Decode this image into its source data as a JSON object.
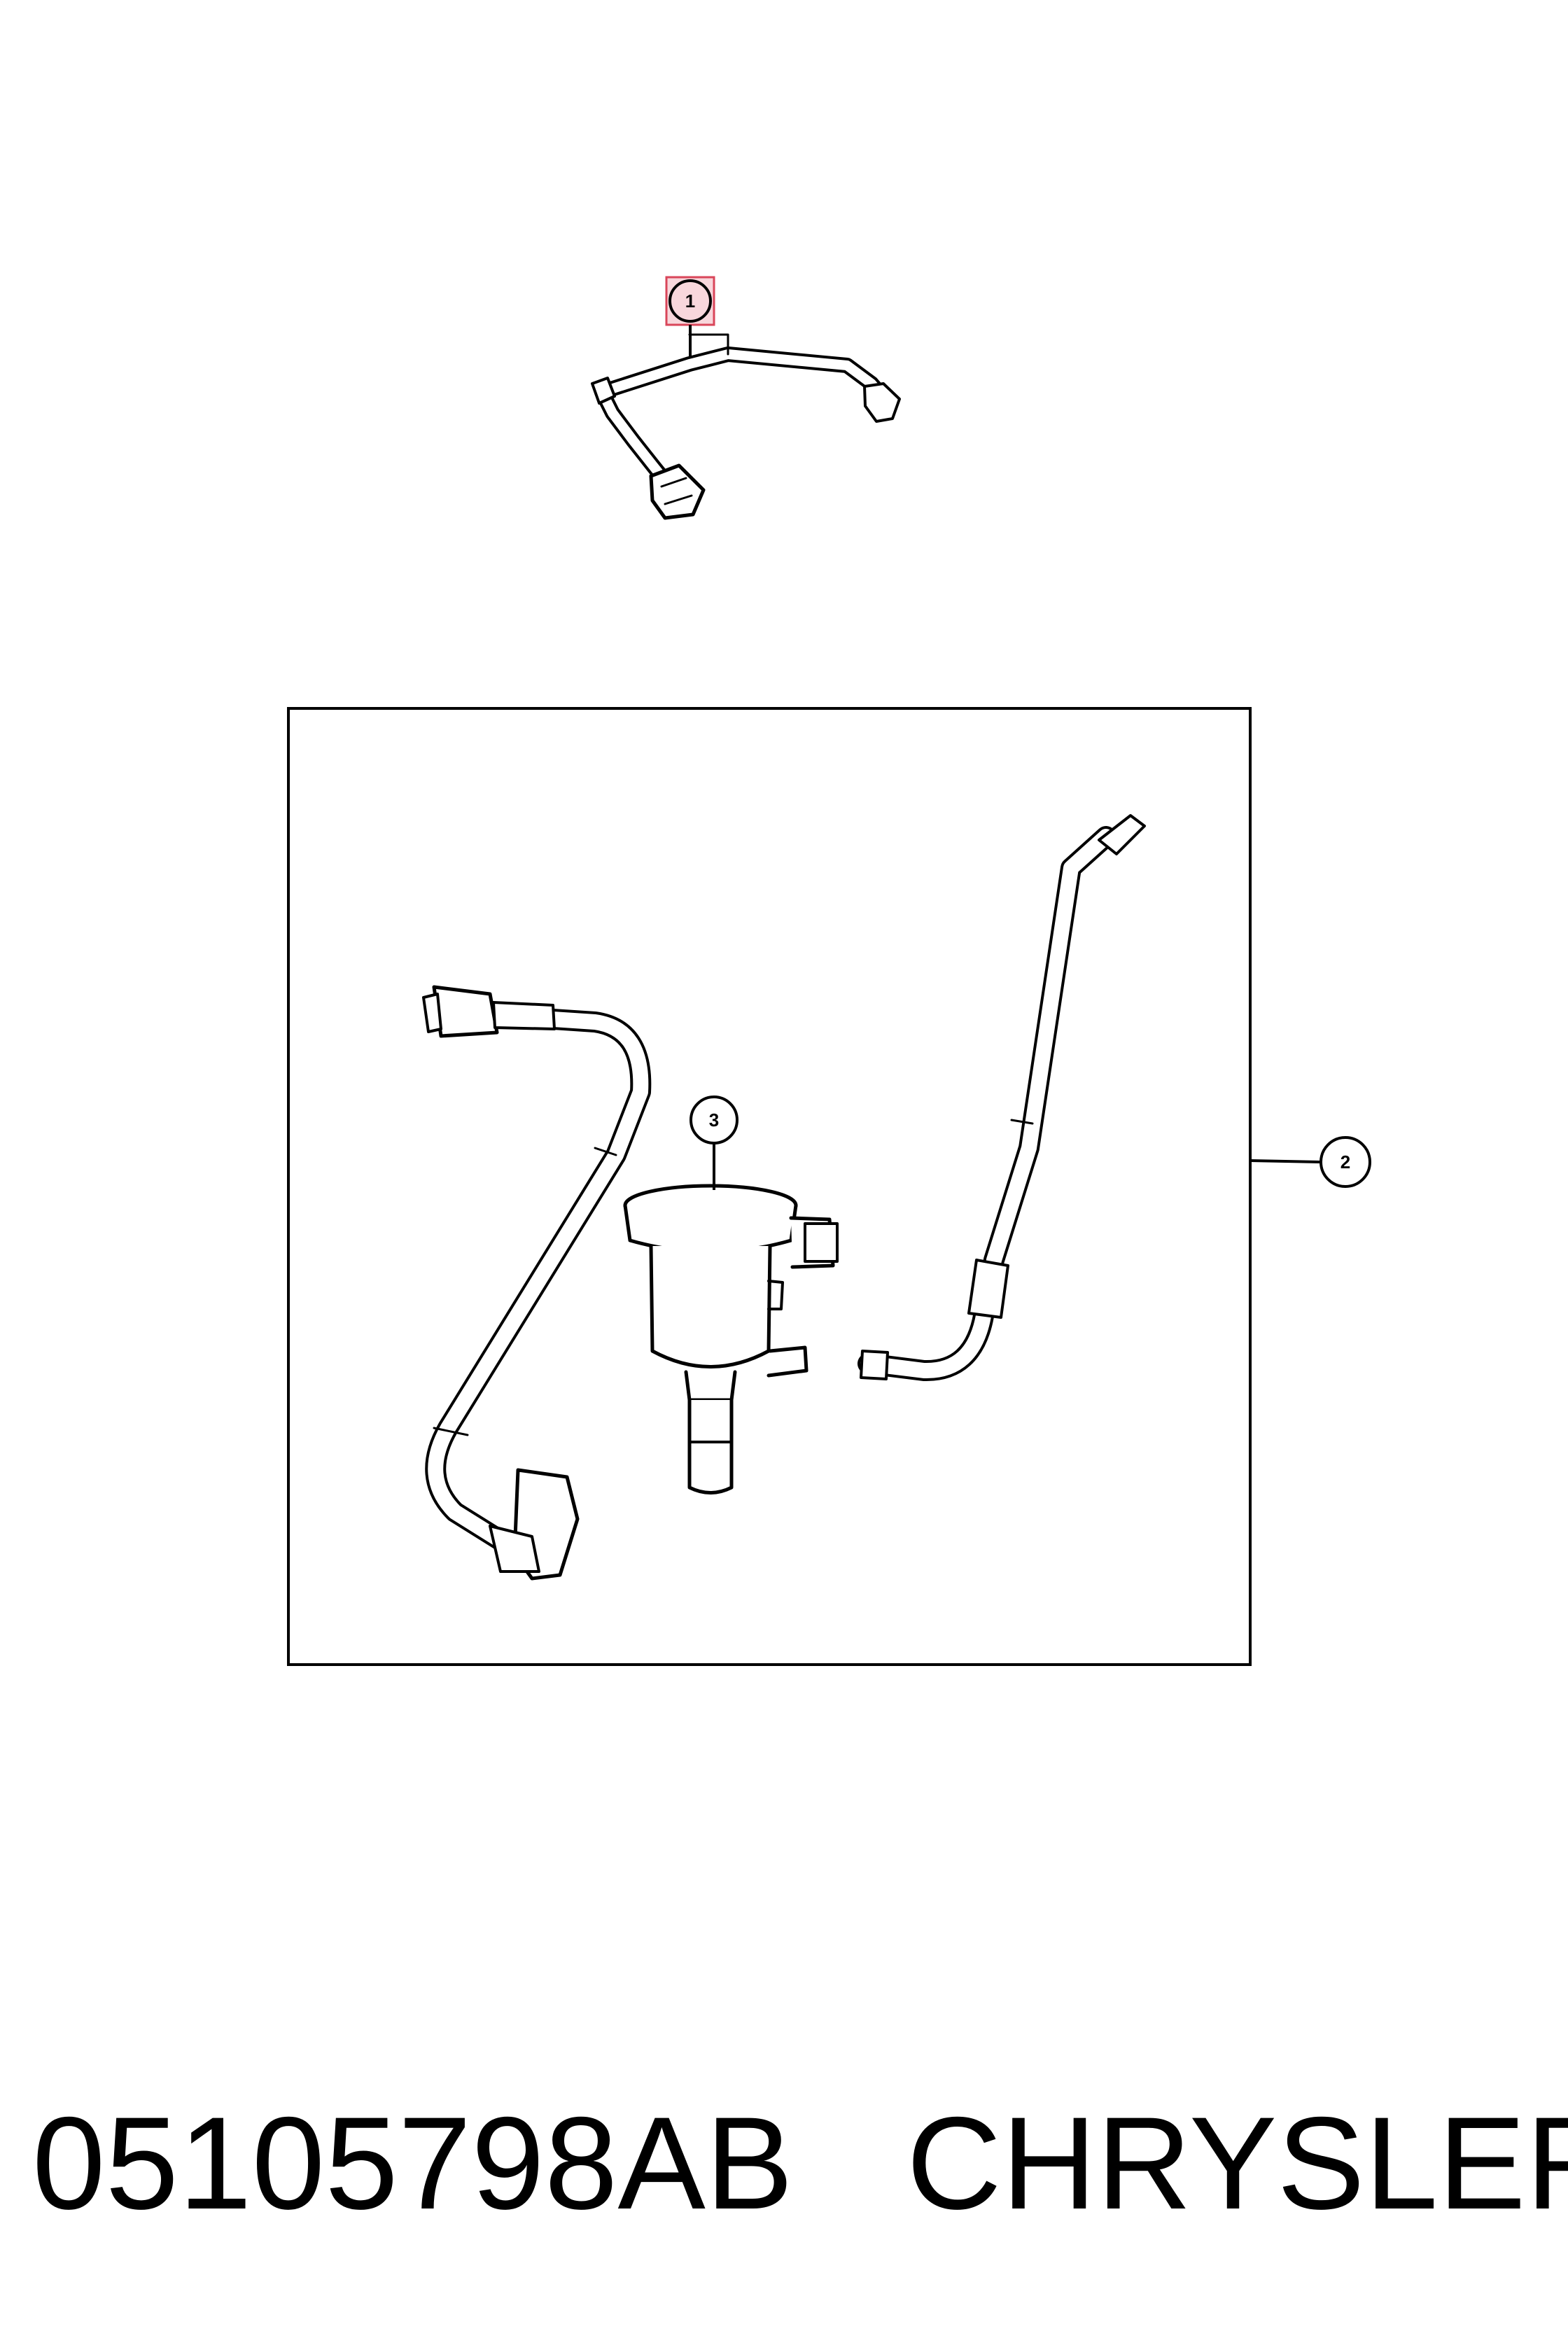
{
  "diagram": {
    "callouts": [
      {
        "id": "callout-1",
        "label": "1",
        "highlighted": true
      },
      {
        "id": "callout-2",
        "label": "2",
        "highlighted": false
      },
      {
        "id": "callout-3",
        "label": "3",
        "highlighted": false
      }
    ],
    "highlight_fill": "#f8d7dc",
    "highlight_stroke": "#d9465a"
  },
  "footer": {
    "part_number": "05105798AB",
    "brand": "CHRYSLER"
  }
}
